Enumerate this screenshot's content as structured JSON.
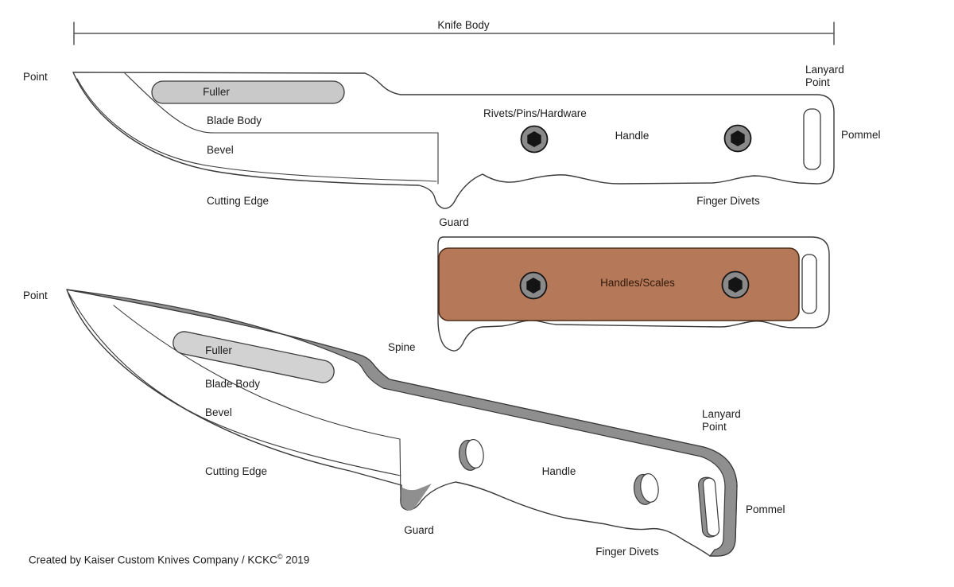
{
  "colors": {
    "outline": "#3a3a3a",
    "dimension": "#555555",
    "fuller_top": "#c9c9c9",
    "fuller_bottom": "#d2d2d2",
    "scales": "#b5795a",
    "scales_border": "#4d2c19",
    "spine_band": "#8f8f8f",
    "rivet_ring": "#8a8a8a",
    "rivet_hex": "#141414",
    "body_fill": "#ffffff"
  },
  "dimension": {
    "label": "Knife Body"
  },
  "top_view": {
    "point": "Point",
    "fuller": "Fuller",
    "blade_body": "Blade Body",
    "bevel": "Bevel",
    "cutting_edge": "Cutting Edge",
    "guard": "Guard",
    "rivets": "Rivets/Pins/Hardware",
    "handle": "Handle",
    "finger_divets": "Finger Divets",
    "lanyard_point": {
      "line1": "Lanyard",
      "line2": "Point"
    },
    "pommel": "Pommel"
  },
  "scales_view": {
    "handles_scales": "Handles/Scales",
    "spine": "Spine"
  },
  "perspective_view": {
    "point": "Point",
    "fuller": "Fuller",
    "blade_body": "Blade Body",
    "bevel": "Bevel",
    "cutting_edge": "Cutting Edge",
    "guard": "Guard",
    "handle": "Handle",
    "finger_divets": "Finger Divets",
    "lanyard_point": {
      "line1": "Lanyard",
      "line2": "Point"
    },
    "pommel": "Pommel"
  },
  "footer": {
    "credit": "Created by Kaiser Custom Knives Company / KCKC",
    "symbol": "©",
    "year": "2019"
  }
}
